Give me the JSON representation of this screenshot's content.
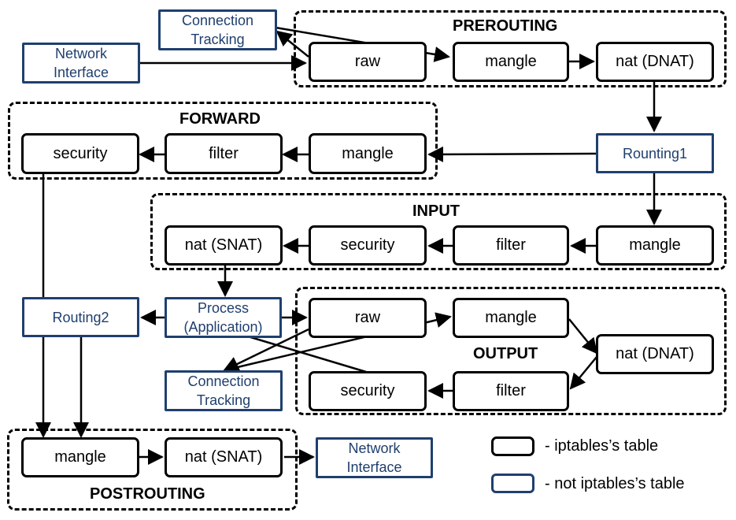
{
  "chains": {
    "prerouting": "PREROUTING",
    "forward": "FORWARD",
    "input": "INPUT",
    "output": "OUTPUT",
    "postrouting": "POSTROUTING"
  },
  "nodes": {
    "conn_track_top": "Connection\nTracking",
    "net_if_top": "Network\nInterface",
    "pre_raw": "raw",
    "pre_mangle": "mangle",
    "pre_nat": "nat (DNAT)",
    "fwd_security": "security",
    "fwd_filter": "filter",
    "fwd_mangle": "mangle",
    "routing1": "Rounting1",
    "in_nat": "nat (SNAT)",
    "in_security": "security",
    "in_filter": "filter",
    "in_mangle": "mangle",
    "routing2": "Routing2",
    "process": "Process\n(Application)",
    "out_raw": "raw",
    "out_mangle": "mangle",
    "out_nat": "nat (DNAT)",
    "out_security": "security",
    "out_filter": "filter",
    "conn_track_bottom": "Connection\nTracking",
    "post_mangle": "mangle",
    "post_nat": "nat (SNAT)",
    "net_if_bottom": "Network\nInterface"
  },
  "legend": {
    "iptables": "- iptables’s table",
    "not_iptables": "- not iptables’s table"
  },
  "colors": {
    "iptables_border": "#000000",
    "external_border": "#1f3f6e",
    "external_text": "#1f3f6e"
  }
}
